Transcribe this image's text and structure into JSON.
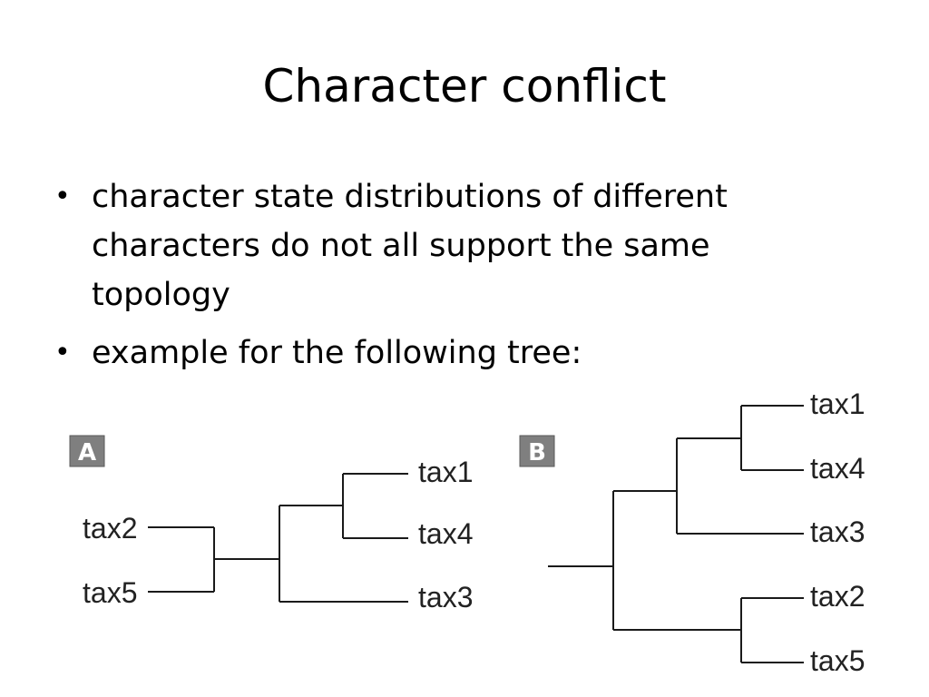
{
  "slide": {
    "title": "Character conflict",
    "bullets": [
      "character state distributions of different characters do not all support the same topology",
      "example for the following tree:"
    ]
  },
  "tree_a": {
    "badge": "A",
    "taxa": [
      "tax1",
      "tax4",
      "tax3",
      "tax2",
      "tax5"
    ]
  },
  "tree_b": {
    "badge": "B",
    "taxa": [
      "tax1",
      "tax4",
      "tax3",
      "tax2",
      "tax5"
    ]
  },
  "colors": {
    "badge_fill": "#7f7f7f",
    "branch": "#1a1a1a"
  }
}
